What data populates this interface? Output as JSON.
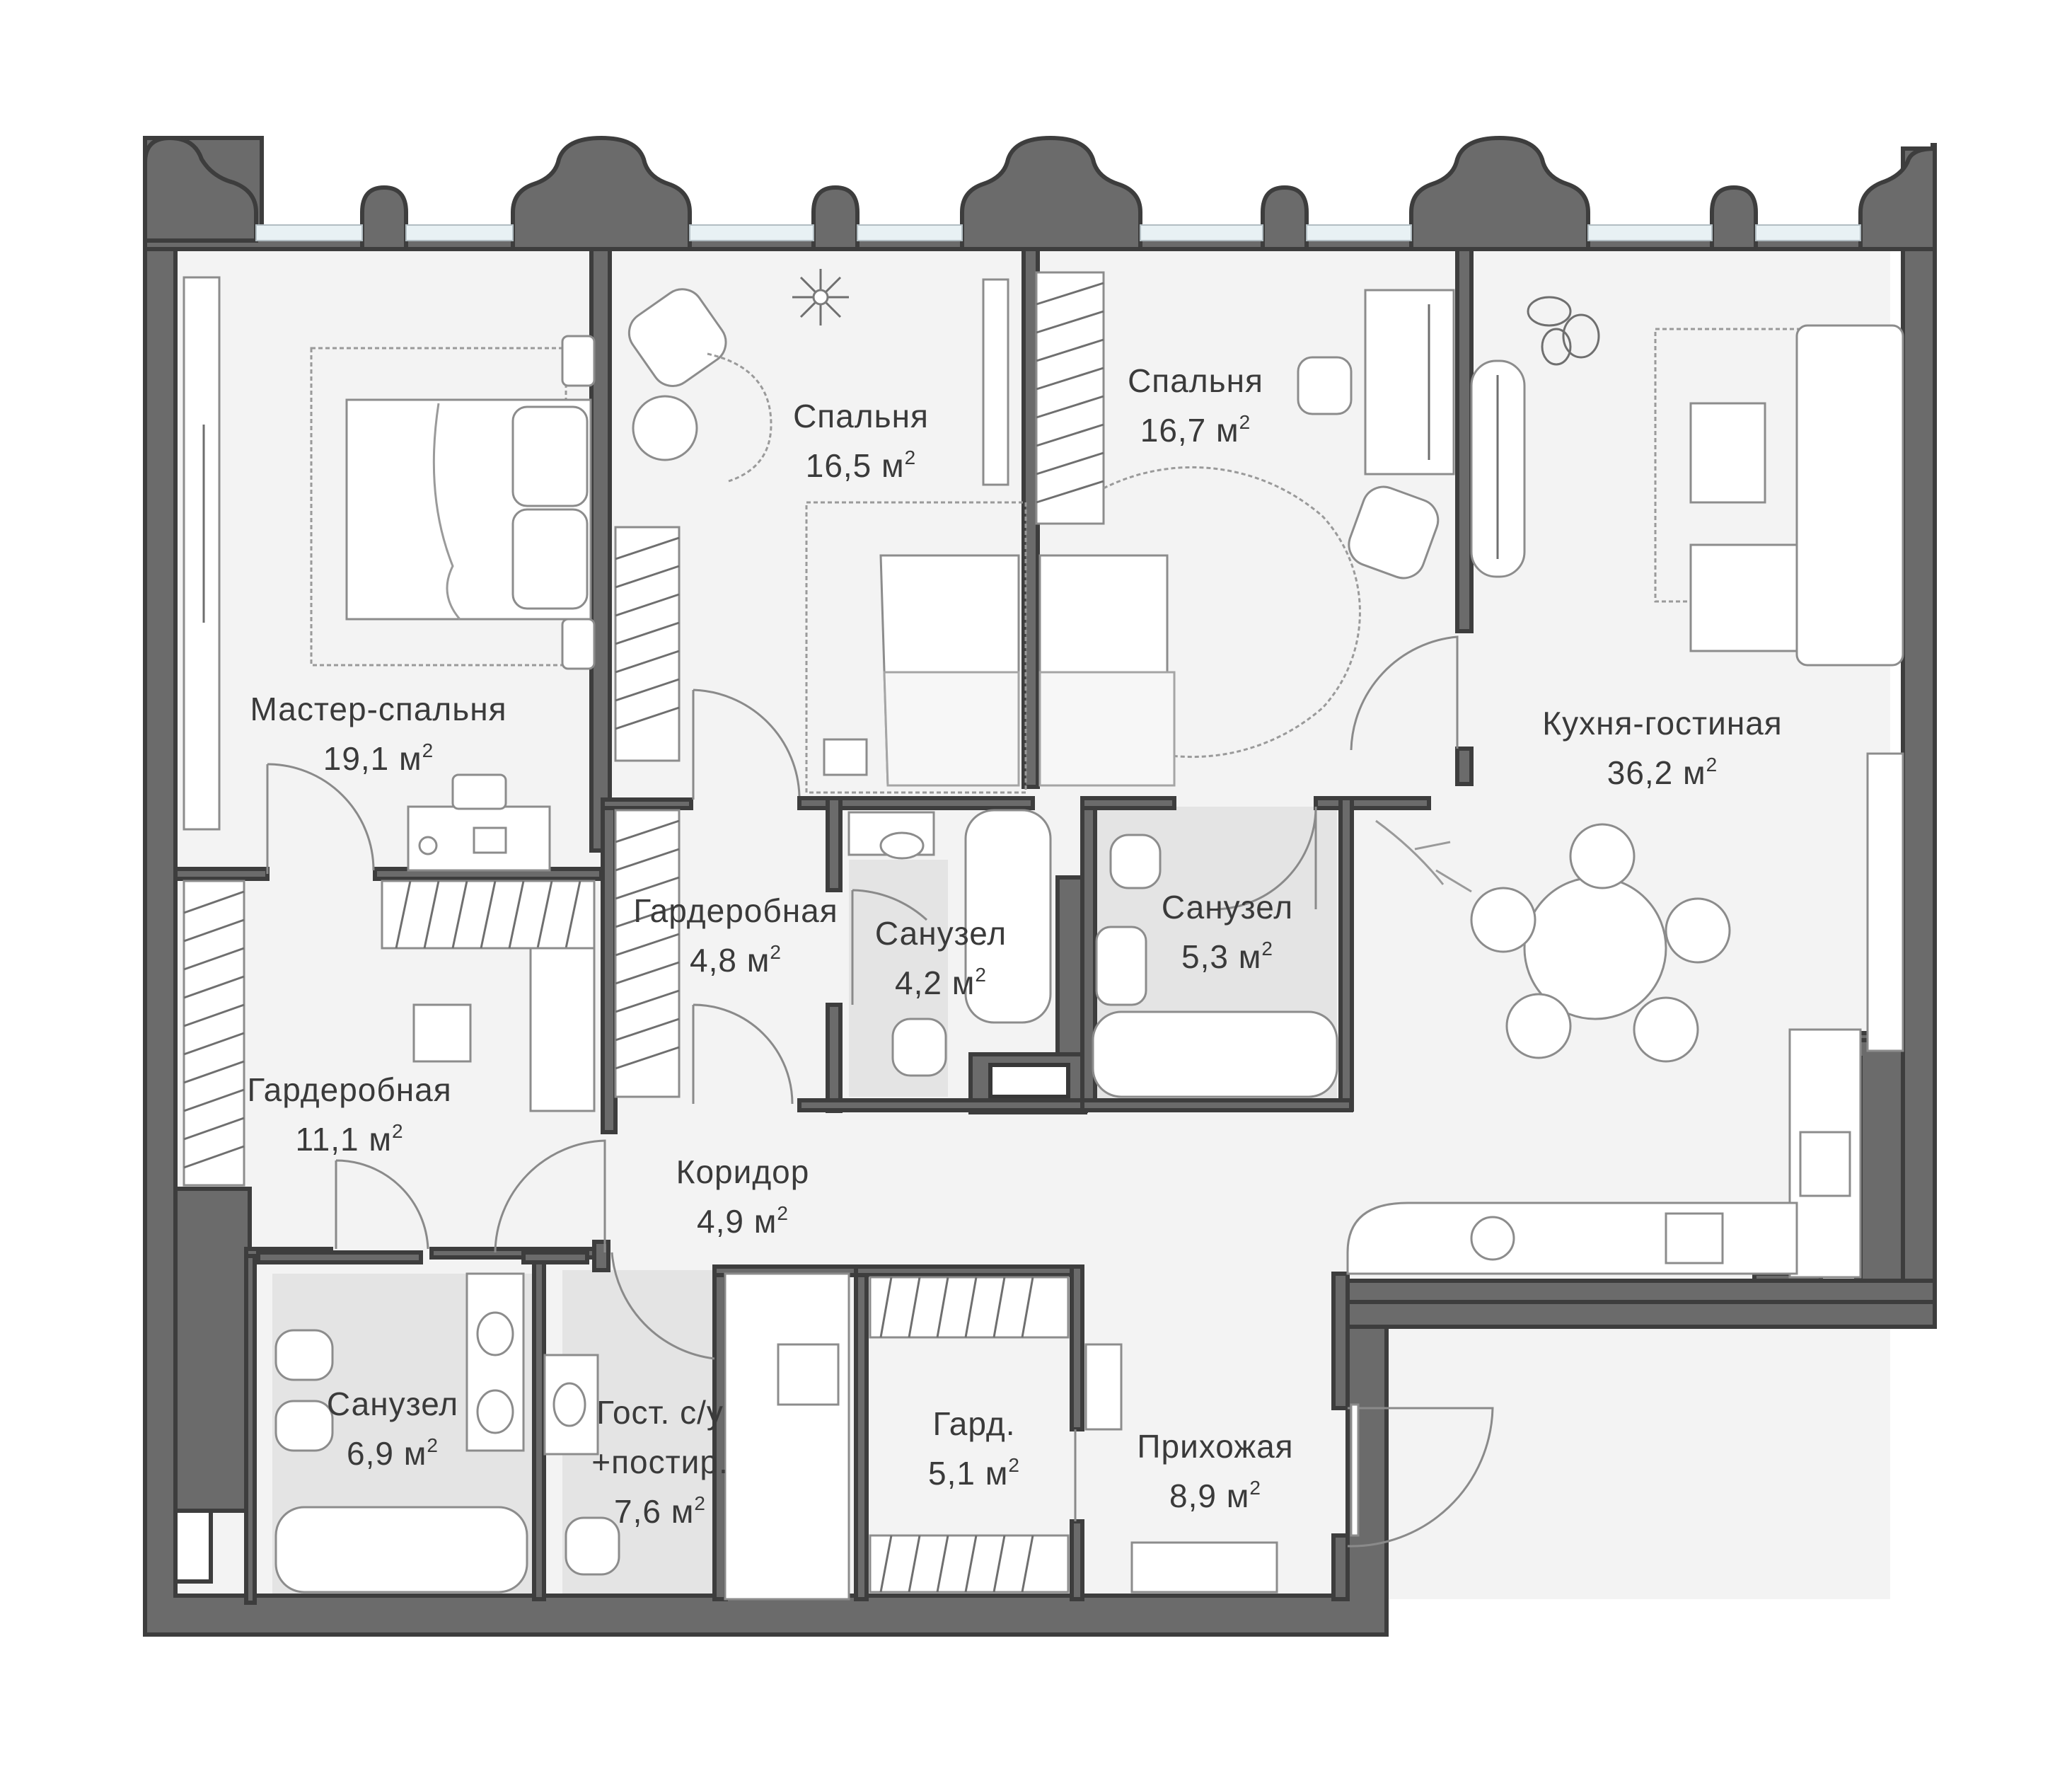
{
  "rooms": [
    {
      "id": "master",
      "name": "Мастер-спальня",
      "area": "19,1 м",
      "unit_sup": "2"
    },
    {
      "id": "bed1",
      "name": "Спальня",
      "area": "16,5 м",
      "unit_sup": "2"
    },
    {
      "id": "bed2",
      "name": "Спальня",
      "area": "16,7 м",
      "unit_sup": "2"
    },
    {
      "id": "kitchen",
      "name": "Кухня-гостиная",
      "area": "36,2 м",
      "unit_sup": "2"
    },
    {
      "id": "wardrobe1",
      "name": "Гардеробная",
      "area": "4,8 м",
      "unit_sup": "2"
    },
    {
      "id": "bath1",
      "name": "Санузел",
      "area": "4,2 м",
      "unit_sup": "2"
    },
    {
      "id": "bath2",
      "name": "Санузел",
      "area": "5,3 м",
      "unit_sup": "2"
    },
    {
      "id": "wardrobe2",
      "name": "Гардеробная",
      "area": "11,1 м",
      "unit_sup": "2"
    },
    {
      "id": "corridor",
      "name": "Коридор",
      "area": "4,9 м",
      "unit_sup": "2"
    },
    {
      "id": "bath3",
      "name": "Санузел",
      "area": "6,9 м",
      "unit_sup": "2"
    },
    {
      "id": "guest",
      "name": "Гост. с/у",
      "name2": "+постир.",
      "area": "7,6 м",
      "unit_sup": "2"
    },
    {
      "id": "gard",
      "name": "Гард.",
      "area": "5,1 м",
      "unit_sup": "2"
    },
    {
      "id": "hall",
      "name": "Прихожая",
      "area": "8,9 м",
      "unit_sup": "2"
    }
  ]
}
